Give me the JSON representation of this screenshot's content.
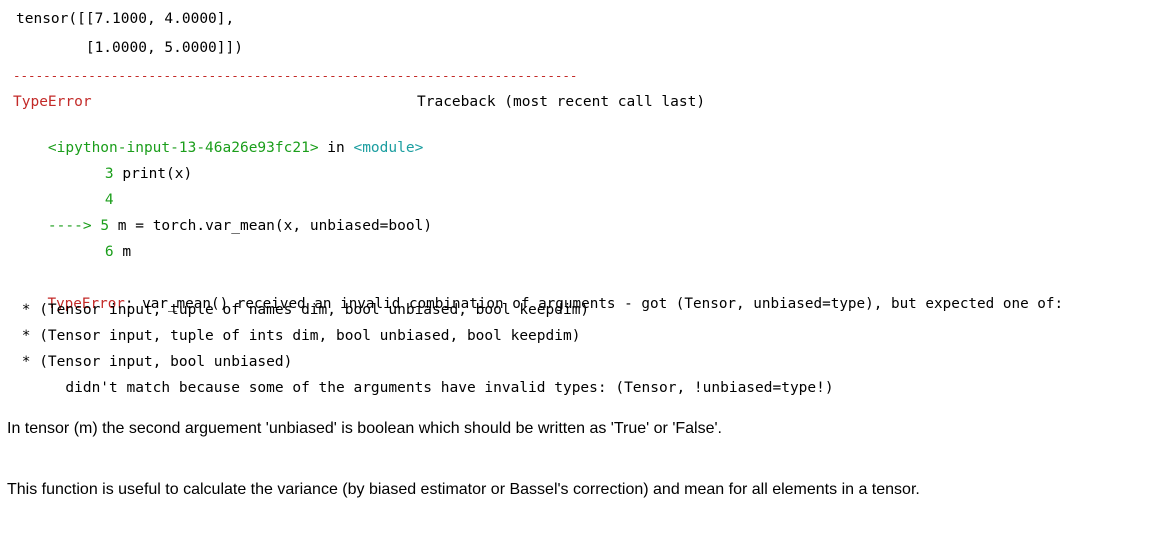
{
  "tensor_output": {
    "line1": "tensor([[7.1000, 4.0000],",
    "line2": "        [1.0000, 5.0000]])"
  },
  "traceback": {
    "separator": "---------------------------------------------------------------------------",
    "error_name": "TypeError",
    "header_right": "Traceback (most recent call last)",
    "input_name": "<ipython-input-13-46a26e93fc21>",
    "in_word": " in ",
    "module_name": "<module>",
    "code_lines": [
      {
        "num": "3",
        "code": "print(x)"
      },
      {
        "num": "4",
        "code": ""
      },
      {
        "arrow": "---->",
        "num": "5",
        "code": "m = torch.var_mean(x, unbiased=bool)"
      },
      {
        "num": "6",
        "code": "m"
      }
    ],
    "error_message": ": var_mean() received an invalid combination of arguments - got (Tensor, unbiased=type), but expected one of:",
    "options": [
      " * (Tensor input, tuple of names dim, bool unbiased, bool keepdim)",
      " * (Tensor input, tuple of ints dim, bool unbiased, bool keepdim)",
      " * (Tensor input, bool unbiased)"
    ],
    "mismatch": "      didn't match because some of the arguments have invalid types: (Tensor, !unbiased=type!)"
  },
  "explanations": [
    "In tensor (m) the second arguement 'unbiased' is boolean which should be written as 'True' or 'False'.",
    "This function is useful to calculate the variance (by biased estimator or Bassel's correction) and mean for all elements in a tensor."
  ],
  "colors": {
    "error_red": "#c32a28",
    "lineno_green": "#1b9e1b",
    "module_teal": "#1b9ea0"
  }
}
